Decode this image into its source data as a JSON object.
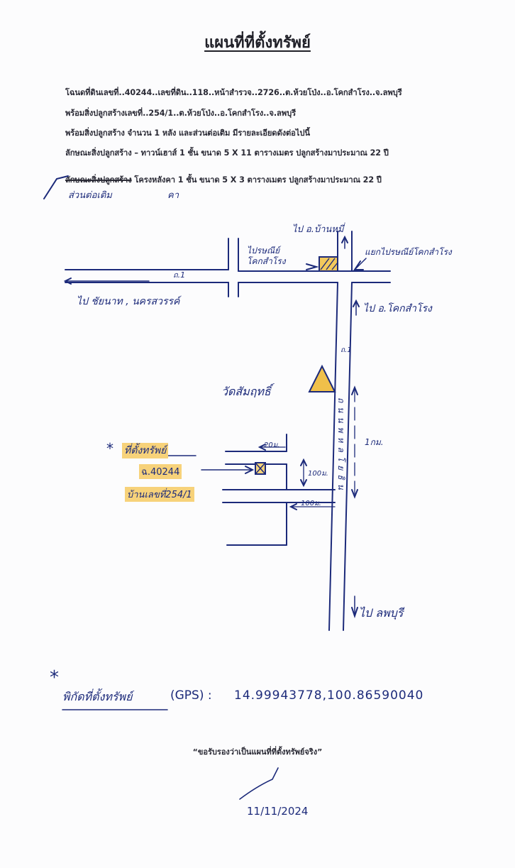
{
  "document": {
    "title": "แผนที่ที่ตั้งทรัพย์",
    "lines": [
      "โฉนดที่ดินเลขที่..40244..เลขที่ดิน..118..หน้าสำรวจ..2726..ต.ห้วยโป่ง..อ.โคกสำโรง..จ.ลพบุรี",
      "พร้อมสิ่งปลูกสร้างเลขที่..254/1..ต.ห้วยโป่ง..อ.โคกสำโรง..จ.ลพบุรี",
      "พร้อมสิ่งปลูกสร้าง จำนวน 1 หลัง และส่วนต่อเติม มีรายละเอียดดังต่อไปนี้",
      "ลักษณะสิ่งปลูกสร้าง – ทาวน์เฮาส์ 1 ชั้น ขนาด 5 X 11 ตารางเมตร ปลูกสร้างมาประมาณ 22 ปี"
    ],
    "struck_prefix": "ลักษณะสิ่งปลูกสร้าง",
    "line5_rest": "โครงหลังคา 1 ชั้น ขนาด 5 X 3 ตารางเมตร ปลูกสร้างมาประมาณ 22 ปี",
    "handwritten_fix": "ส่วนต่อเติม",
    "handwritten_fix_2": "คา"
  },
  "map": {
    "to_chainat": "ไป ชัยนาท , นครสวรรค์",
    "to_ban_mi": "ไป อ.บ้านหมี่",
    "post_office": "ไปรษณีย์ โคกสำโรง",
    "junction": "แยกไปรษณีย์โคกสำโรง",
    "to_khok_samrong": "ไป อ.โคกสำโรง",
    "temple": "วัดสัมฤทธิ์",
    "road_label_top": "ถ.1",
    "road_label_main": "ถ.1",
    "road_vertical_text": "ถนนพหลโยธิน",
    "property_label": "ที่ตั้งทรัพย์",
    "deed_label": "ฉ.40244",
    "village_label": "บ้านเลขที่254/1",
    "dist_20": "20ม.",
    "dist_100_a": "100ม.",
    "dist_100_b": "100ม.",
    "dist_1km": "1กม.",
    "to_lopburi": "ไป ลพบุรี",
    "asterisk": "*"
  },
  "gps": {
    "label": "พิกัดที่ตั้งทรัพย์",
    "prefix": "(GPS) :",
    "coords": "14.99943778,100.86590040"
  },
  "certification": {
    "text": "“ขอรับรองว่าเป็นแผนที่ที่ตั้งทรัพย์จริง”",
    "date": "11/11/2024"
  },
  "colors": {
    "ink": "#1c2a7a",
    "highlight": "#f7d27a",
    "temple": "#f0c04a"
  }
}
